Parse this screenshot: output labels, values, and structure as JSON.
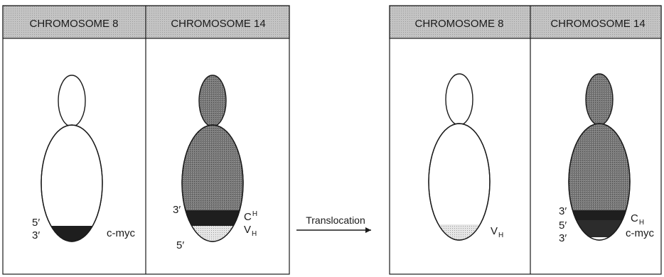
{
  "before": {
    "chr8": {
      "title": "CHROMOSOME 8",
      "end5": "5′",
      "end3": "3′",
      "gene": "c-myc"
    },
    "chr14": {
      "title": "CHROMOSOME 14",
      "end3": "3′",
      "end5": "5′",
      "gene_ch": "C",
      "gene_ch_sub": "H",
      "gene_vh": "V",
      "gene_vh_sub": "H"
    }
  },
  "arrow_label": "Translocation",
  "after": {
    "chr8": {
      "title": "CHROMOSOME 8",
      "gene_vh": "V",
      "gene_vh_sub": "H"
    },
    "chr14": {
      "title": "CHROMOSOME 14",
      "end3_top": "3′",
      "end5": "5′",
      "end3_bottom": "3′",
      "gene_ch": "C",
      "gene_ch_sub": "H",
      "gene": "c-myc"
    }
  },
  "colors": {
    "header": "#b8b8b8",
    "dark_chromosome": "#6e6e6e",
    "band_dark": "#1e1e1e",
    "band_light": "#dcdcdc",
    "line": "#1a1a1a"
  }
}
